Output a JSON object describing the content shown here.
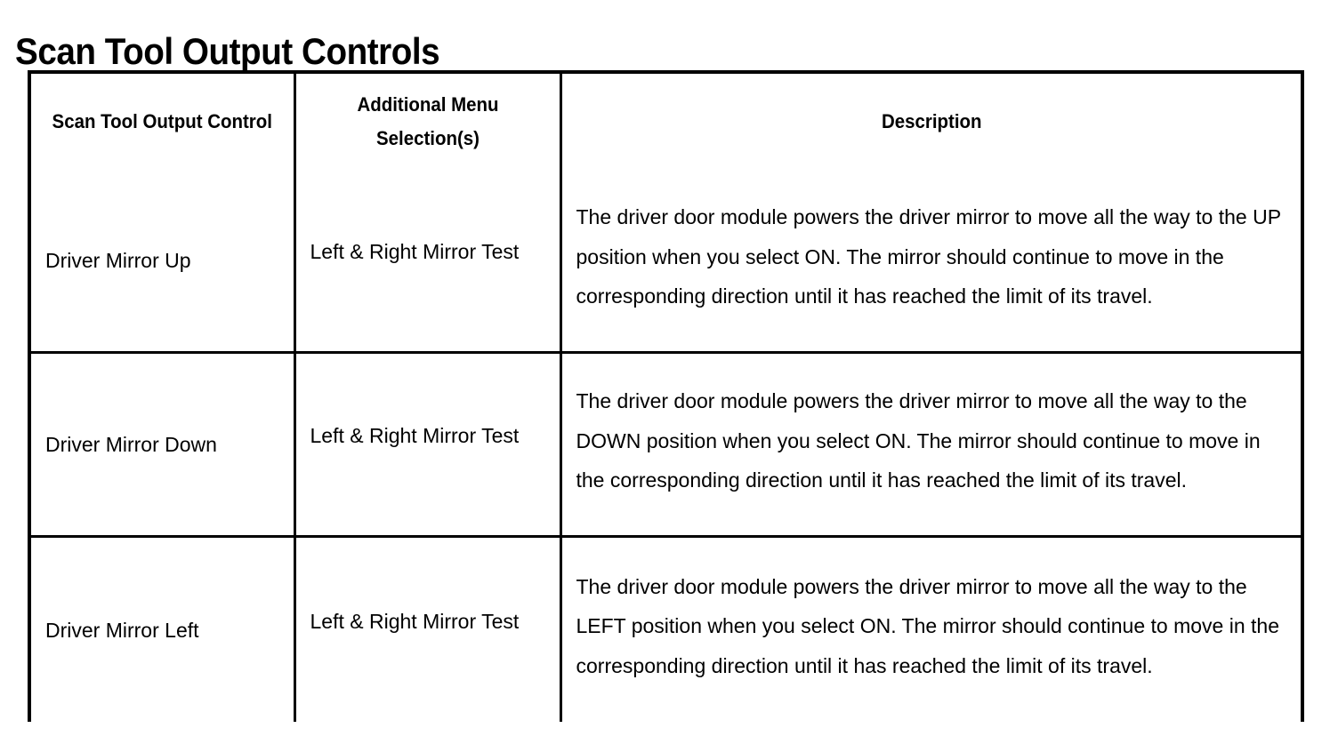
{
  "document": {
    "title": "Scan Tool Output Controls"
  },
  "table": {
    "columns": [
      {
        "key": "control",
        "header": "Scan Tool Output Control"
      },
      {
        "key": "menu",
        "header": "Additional Menu Selection(s)"
      },
      {
        "key": "description",
        "header": "Description"
      }
    ],
    "rows": [
      {
        "control": "Driver Mirror Up",
        "menu": "Left & Right Mirror Test",
        "description": "The driver door module powers the driver mirror to move all the way to the UP position when you select ON. The mirror should continue to move in the corresponding direction until it has reached the limit of its travel."
      },
      {
        "control": "Driver Mirror Down",
        "menu": "Left & Right Mirror Test",
        "description": "The driver door module powers the driver mirror to move all the way to the DOWN position when you select ON. The mirror should continue to move in the corresponding direction until it has reached the limit of its travel."
      },
      {
        "control": "Driver Mirror Left",
        "menu": "Left & Right Mirror Test",
        "description": "The driver door module powers the driver mirror to move all the way to the LEFT position when you select ON. The mirror should continue to move in the corresponding direction until it has reached the limit of its travel."
      }
    ]
  },
  "style": {
    "text_color": "#000000",
    "background_color": "#ffffff",
    "border_color": "#000000"
  }
}
